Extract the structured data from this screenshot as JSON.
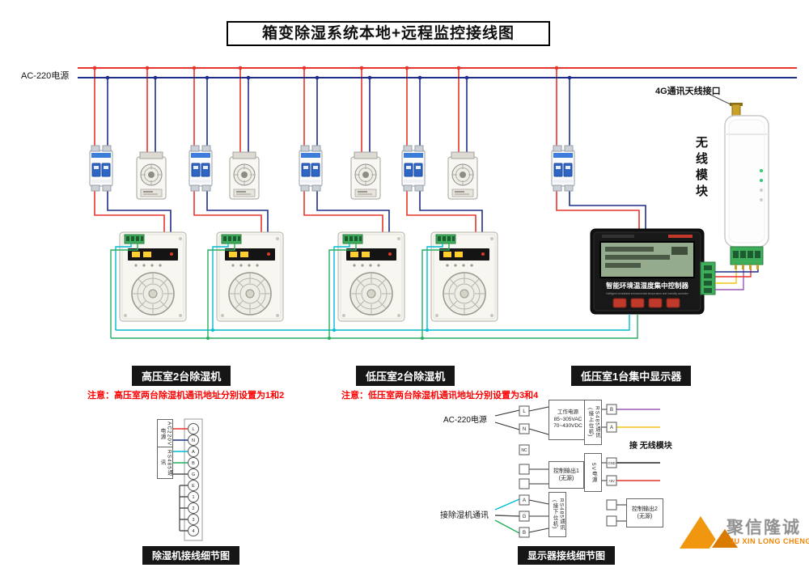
{
  "title": "箱变除湿系统本地+远程监控接线图",
  "power": {
    "label": "AC-220电源"
  },
  "wireless": {
    "antenna_label": "4G通讯天线接口",
    "module_label": "无线模块"
  },
  "controller": {
    "name_cn": "智能环境温湿度集中控制器",
    "name_en": "Intelligent centralized environmental temperature and humidity controller"
  },
  "sections": [
    {
      "label": "高压室2台除湿机",
      "note": "注意：高压室两台除湿机通讯地址分别设置为1和2"
    },
    {
      "label": "低压室2台除湿机",
      "note": "注意：低压室两台除湿机通讯地址分别设置为3和4"
    },
    {
      "label": "低压室1台集中显示器",
      "note": ""
    }
  ],
  "detail_left": {
    "caption": "除湿机接线细节图",
    "terminals": [
      "L",
      "N",
      "A",
      "B",
      "G",
      "E",
      "1",
      "2",
      "3",
      "4"
    ],
    "power_box": "AC220V电源",
    "comm_box": "RS485通讯"
  },
  "detail_right": {
    "caption": "显示器接线细节图",
    "ac_label": "AC-220电源",
    "work_power": "工作电源 85~305VAC 70~430VDC",
    "terminals_left": [
      "L",
      "N",
      "NC",
      "A",
      "G",
      "B"
    ],
    "ctrl_out1": "控制输出1 (无源)",
    "comm_down": "RS485通讯 (接下位机)",
    "dehum_comm_label": "接除湿机通讯",
    "terminals_right": [
      "B",
      "A",
      "GND",
      "+5V"
    ],
    "comm_up": "RS485通讯 (接上位机)",
    "power_5v": "5V电源",
    "ctrl_out2": "控制输出2 (无源)",
    "module_link_label": "接 无线模块"
  },
  "logo": {
    "cn": "聚信隆诚",
    "en": "JU XIN LONG CHENG"
  },
  "colors": {
    "line_live": "#e8342a",
    "line_neutral": "#1f2d8a",
    "comm_cyan": "#00bcd4",
    "comm_green": "#27ae60",
    "rs485_b": "#9b59b6",
    "rs485_a": "#f1c40f",
    "brand_orange": "#f08300"
  }
}
